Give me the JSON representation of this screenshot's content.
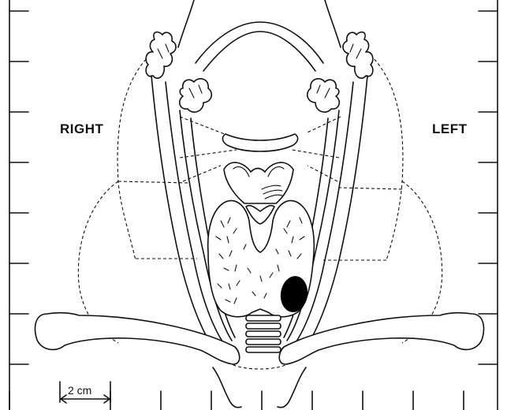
{
  "labels": {
    "right": "RIGHT",
    "left": "LEFT"
  },
  "scale_bar": {
    "text": "2 cm"
  },
  "lesion": {
    "color": "#000000"
  }
}
